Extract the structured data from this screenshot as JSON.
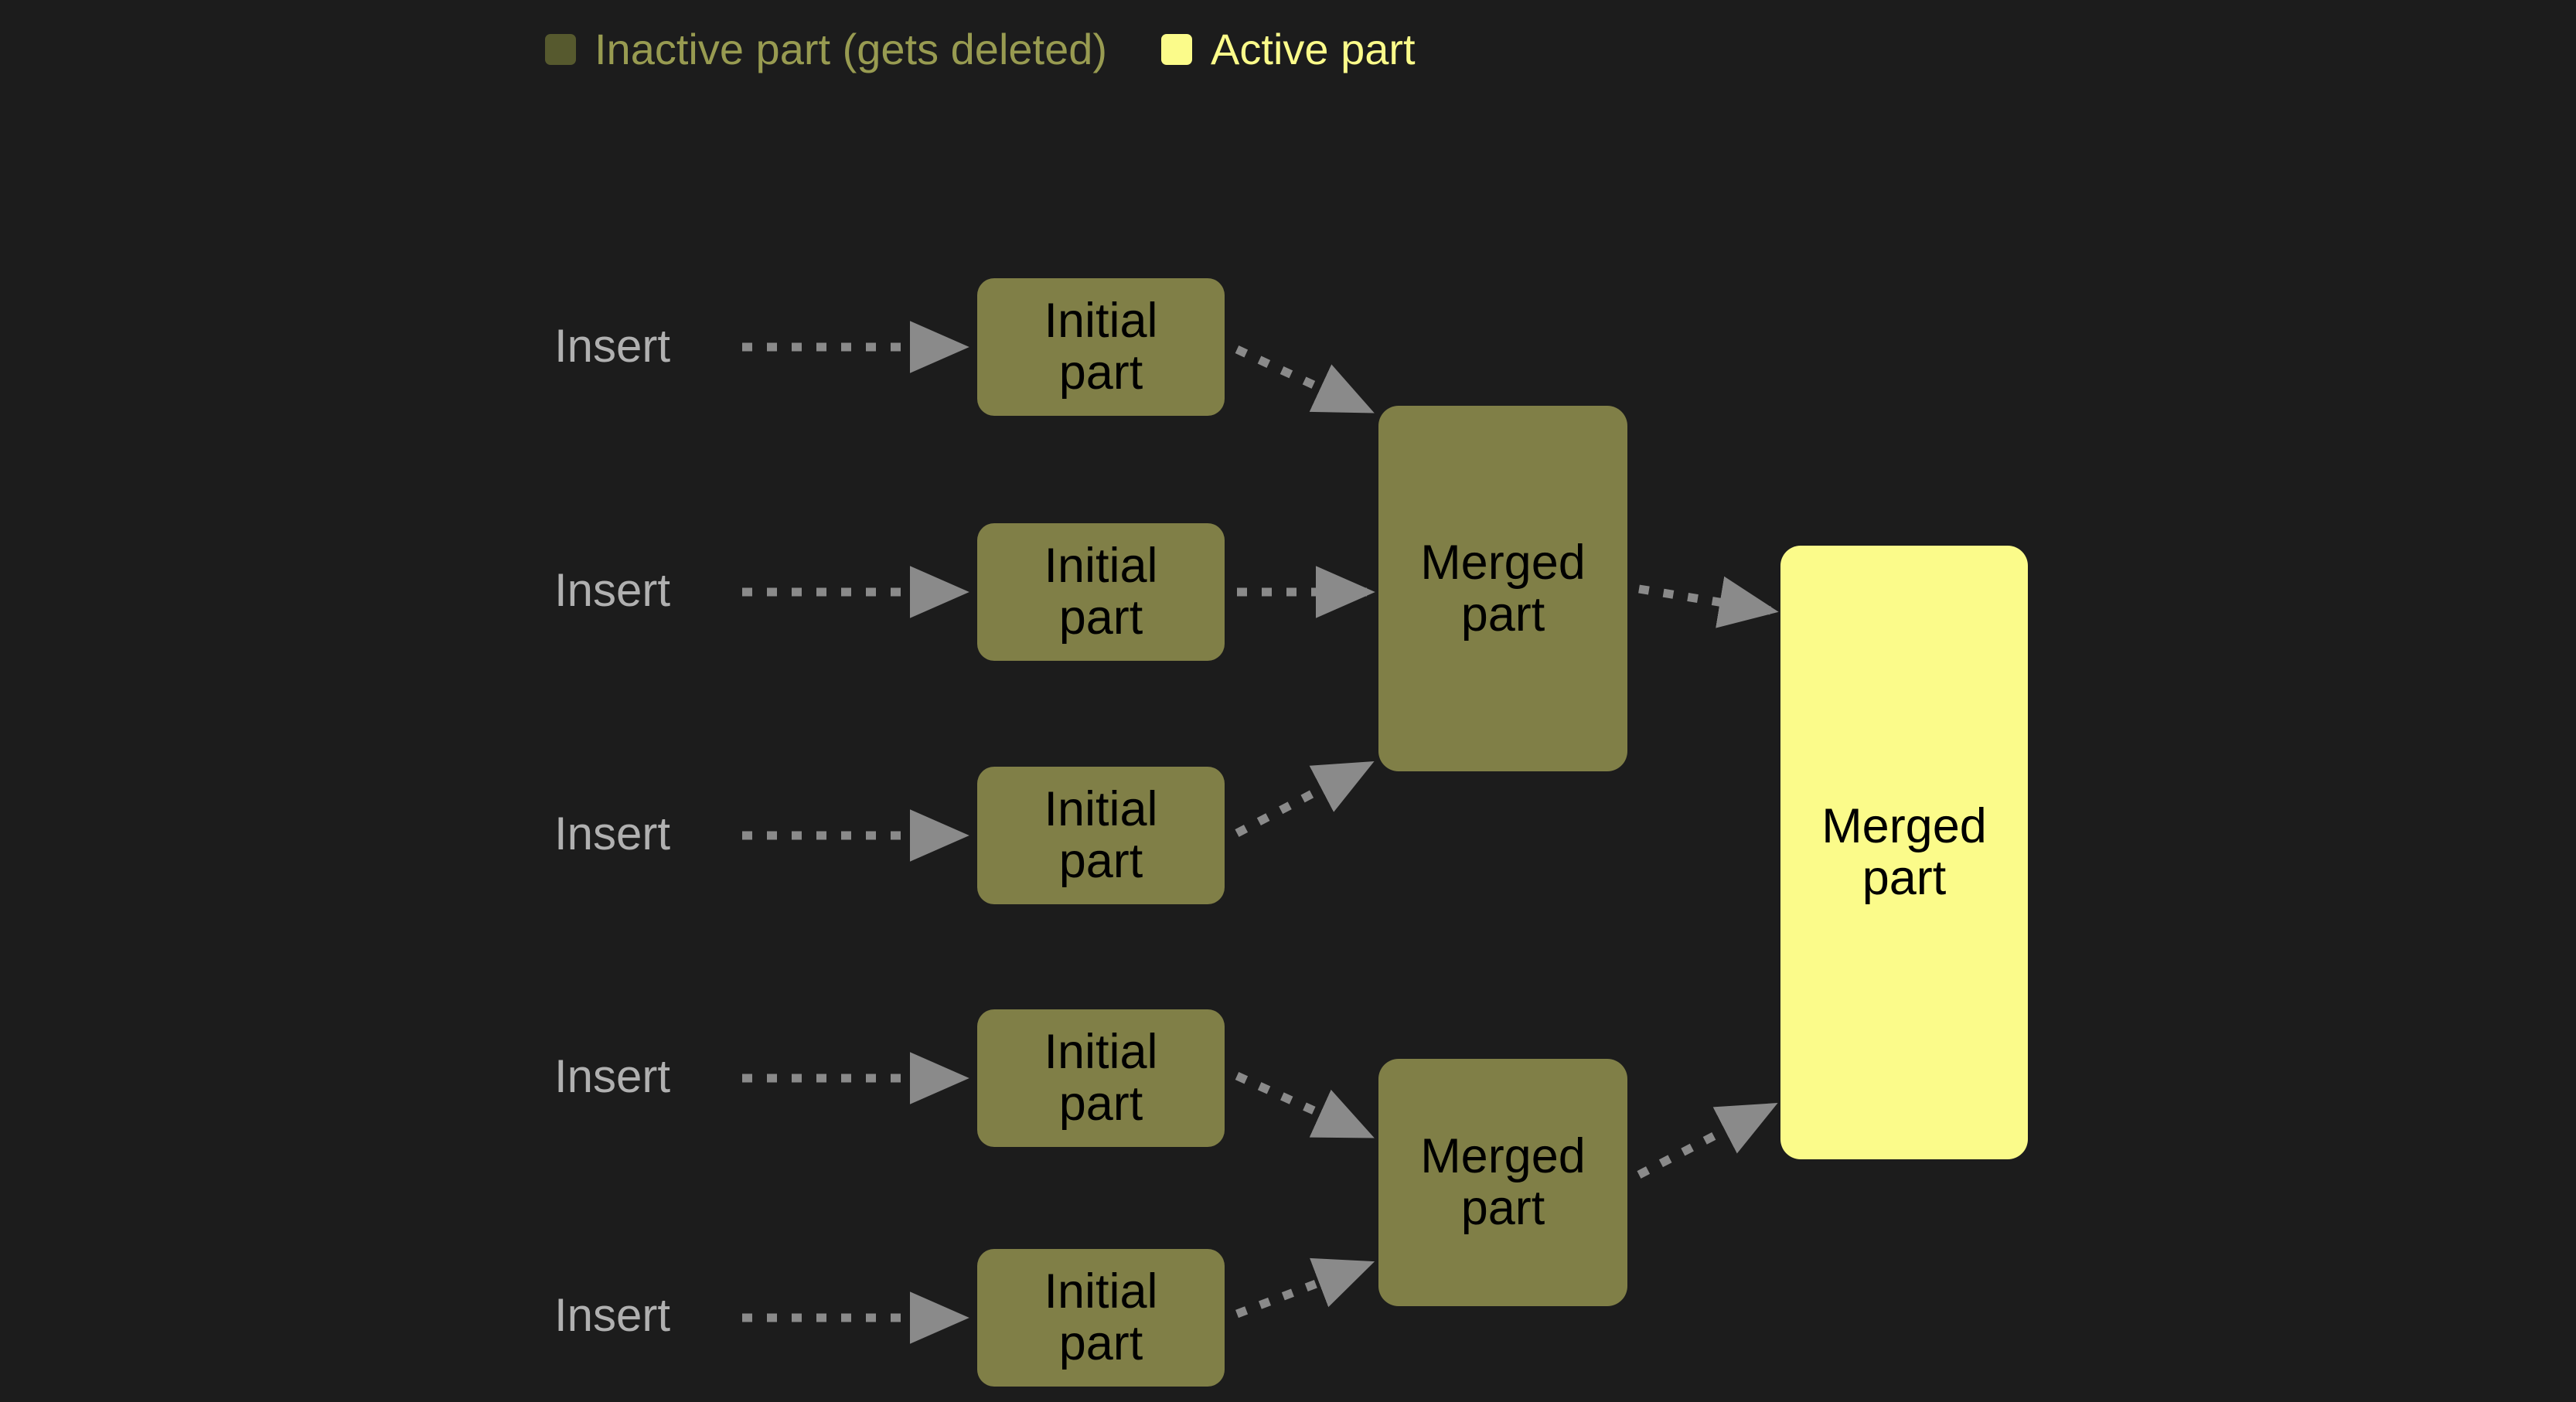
{
  "background_color": "#1c1c1c",
  "legend": {
    "items": [
      {
        "label": "Inactive part (gets deleted)",
        "swatch_color": "#56592e",
        "text_color": "#989b51",
        "state": "inactive"
      },
      {
        "label": "Active part",
        "swatch_color": "#fbfb8a",
        "text_color": "#fbfb8a",
        "state": "active"
      }
    ]
  },
  "colors": {
    "inactive_fill": "#807f47",
    "active_fill": "#fbfb8a",
    "node_text": "#000000",
    "insert_text": "#b0b0b0",
    "edge": "#8a8a8a"
  },
  "insert_labels": [
    {
      "text": "Insert"
    },
    {
      "text": "Insert"
    },
    {
      "text": "Insert"
    },
    {
      "text": "Insert"
    },
    {
      "text": "Insert"
    }
  ],
  "nodes": {
    "initial_parts": [
      {
        "label": "Initial\npart",
        "state": "inactive"
      },
      {
        "label": "Initial\npart",
        "state": "inactive"
      },
      {
        "label": "Initial\npart",
        "state": "inactive"
      },
      {
        "label": "Initial\npart",
        "state": "inactive"
      },
      {
        "label": "Initial\npart",
        "state": "inactive"
      }
    ],
    "merged_parts": [
      {
        "label": "Merged\npart",
        "state": "inactive"
      },
      {
        "label": "Merged\npart",
        "state": "inactive"
      }
    ],
    "final_part": {
      "label": "Merged\npart",
      "state": "active"
    }
  }
}
